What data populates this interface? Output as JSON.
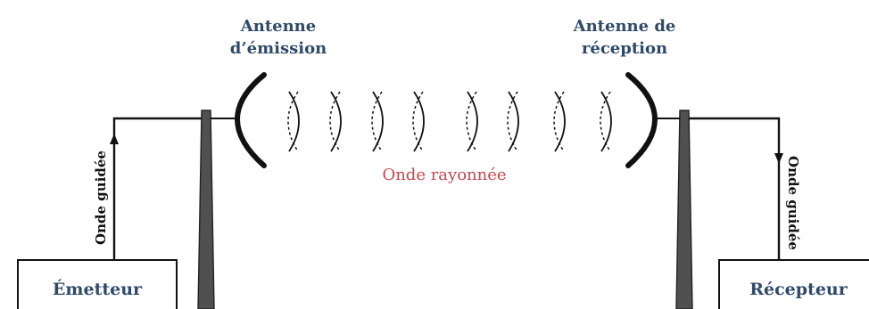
{
  "tx_antenna": {
    "line1": "Antenne",
    "line2": "d’émission"
  },
  "rx_antenna": {
    "line1": "Antenne de",
    "line2": "réception"
  },
  "radiated_wave": "Onde rayonnée",
  "guided_wave_tx": "Onde guidée",
  "guided_wave_rx": "Onde guidée",
  "transmitter": "Émetteur",
  "receiver": "Récepteur",
  "colors": {
    "title_blue": "#2f4a69",
    "wave_red": "#c8454d",
    "mast_gray": "#505050"
  },
  "icons": {
    "tx_arrow": "arrow-up-icon",
    "rx_arrow": "arrow-down-icon"
  }
}
